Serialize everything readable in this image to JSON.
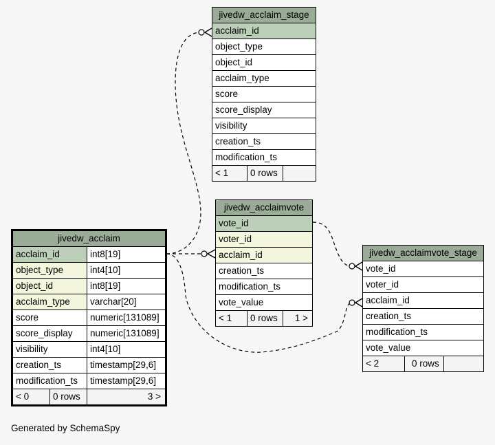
{
  "tables": {
    "acclaim_stage": {
      "title": "jivedw_acclaim_stage",
      "columns": [
        "acclaim_id",
        "object_type",
        "object_id",
        "acclaim_type",
        "score",
        "score_display",
        "visibility",
        "creation_ts",
        "modification_ts"
      ],
      "footer": [
        "< 1",
        "0 rows",
        ""
      ]
    },
    "acclaimvote": {
      "title": "jivedw_acclaimvote",
      "columns": [
        "vote_id",
        "voter_id",
        "acclaim_id",
        "creation_ts",
        "modification_ts",
        "vote_value"
      ],
      "footer": [
        "< 1",
        "0 rows",
        "1 >"
      ]
    },
    "acclaim": {
      "title": "jivedw_acclaim",
      "columns": [
        [
          "acclaim_id",
          "int8[19]"
        ],
        [
          "object_type",
          "int4[10]"
        ],
        [
          "object_id",
          "int8[19]"
        ],
        [
          "acclaim_type",
          "varchar[20]"
        ],
        [
          "score",
          "numeric[131089]"
        ],
        [
          "score_display",
          "numeric[131089]"
        ],
        [
          "visibility",
          "int4[10]"
        ],
        [
          "creation_ts",
          "timestamp[29,6]"
        ],
        [
          "modification_ts",
          "timestamp[29,6]"
        ]
      ],
      "footer": [
        "< 0",
        "0 rows",
        "3 >"
      ]
    },
    "acclaimvote_stage": {
      "title": "jivedw_acclaimvote_stage",
      "columns": [
        "vote_id",
        "voter_id",
        "acclaim_id",
        "creation_ts",
        "modification_ts",
        "vote_value"
      ],
      "footer": [
        "< 2",
        "0 rows",
        ""
      ]
    }
  },
  "generated_by": "Generated by SchemaSpy"
}
